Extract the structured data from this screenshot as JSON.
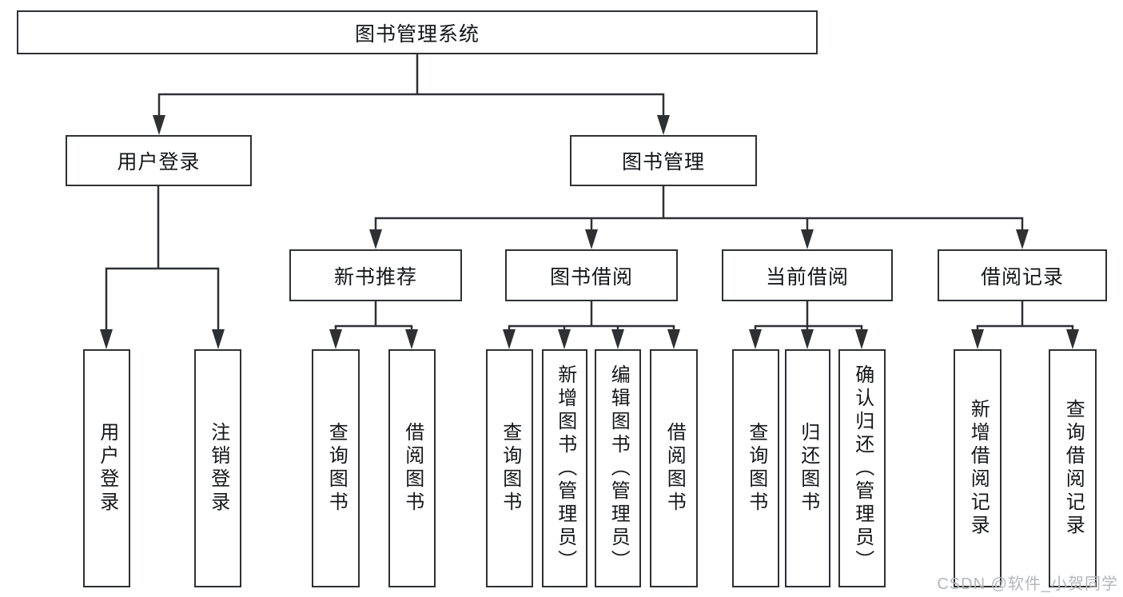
{
  "page": {
    "watermark": "CSDN @软件_小贺同学",
    "colors": {
      "line": "#2e3134",
      "box_border": "#2e3134",
      "text": "#141618",
      "watermark": "#b3b8bb",
      "background": "#ffffff"
    }
  },
  "tree": {
    "root": {
      "label": "图书管理系统"
    },
    "branches": [
      {
        "label": "用户登录",
        "children": [
          {
            "label": "用户登录"
          },
          {
            "label": "注销登录"
          }
        ]
      },
      {
        "label": "图书管理",
        "children": [
          {
            "label": "新书推荐",
            "children": [
              {
                "label": "查询图书"
              },
              {
                "label": "借阅图书"
              }
            ]
          },
          {
            "label": "图书借阅",
            "children": [
              {
                "label": "查询图书"
              },
              {
                "label": "新增图书（管理员）"
              },
              {
                "label": "编辑图书（管理员）"
              },
              {
                "label": "借阅图书"
              }
            ]
          },
          {
            "label": "当前借阅",
            "children": [
              {
                "label": "查询图书"
              },
              {
                "label": "归还图书"
              },
              {
                "label": "确认归还（管理员）"
              }
            ]
          },
          {
            "label": "借阅记录",
            "children": [
              {
                "label": "新增借阅记录"
              },
              {
                "label": "查询借阅记录"
              }
            ]
          }
        ]
      }
    ]
  }
}
